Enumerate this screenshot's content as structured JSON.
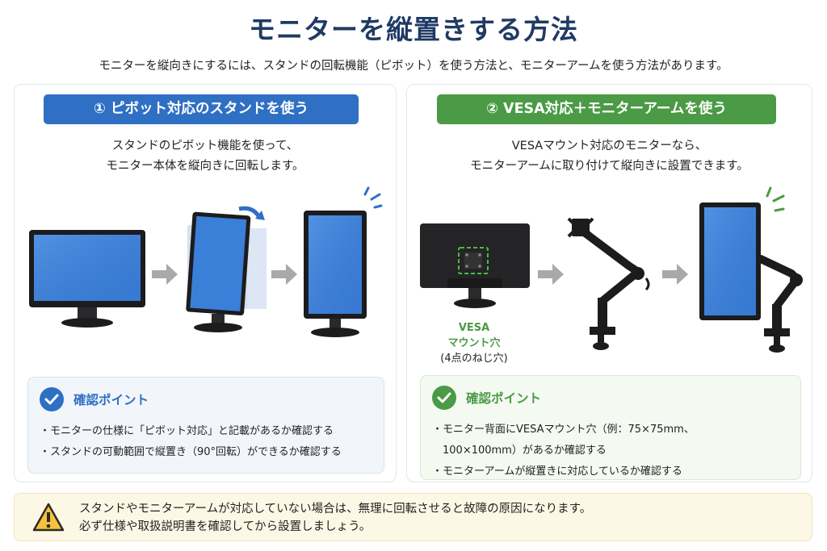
{
  "header": {
    "title": "モニターを縦置きする方法",
    "subtitle": "モニターを縦向きにするには、スタンドの回転機能（ピボット）を使う方法と、モニターアームを使う方法があります。"
  },
  "method1": {
    "heading": "① ピボット対応のスタンドを使う",
    "desc_line1": "スタンドのピボット機能を使って、",
    "desc_line2": "モニター本体を縦向きに回転します。",
    "check_title": "確認ポイント",
    "bullets": [
      "モニターの仕様に「ピボット対応」と記載があるか確認する",
      "スタンドの可動範囲で縦置き（90°回転）ができるか確認する"
    ]
  },
  "method2": {
    "heading": "② VESA対応＋モニターアームを使う",
    "desc_line1": "VESAマウント対応のモニターなら、",
    "desc_line2": "モニターアームに取り付けて縦向きに設置できます。",
    "vesa_line1": "VESA",
    "vesa_line2": "マウント穴",
    "vesa_line3": "(4点のねじ穴)",
    "check_title": "確認ポイント",
    "bullets": [
      "モニター背面にVESAマウント穴（例：75×75mm、",
      "100×100mm）があるか確認する",
      "モニターアームが縦置きに対応しているか確認する"
    ]
  },
  "warning": {
    "line1": "スタンドやモニターアームが対応していない場合は、無理に回転させると故障の原因になります。",
    "line2": "必ず仕様や取扱説明書を確認してから設置しましょう。"
  },
  "colors": {
    "title": "#1f3a64",
    "blue": "#2f6fc4",
    "green": "#4b9a45",
    "warning_bg": "#fdf8e6"
  },
  "icons": [
    "check-circle-icon",
    "warning-triangle-icon",
    "rotate-arrow-icon",
    "right-arrow-icon"
  ]
}
